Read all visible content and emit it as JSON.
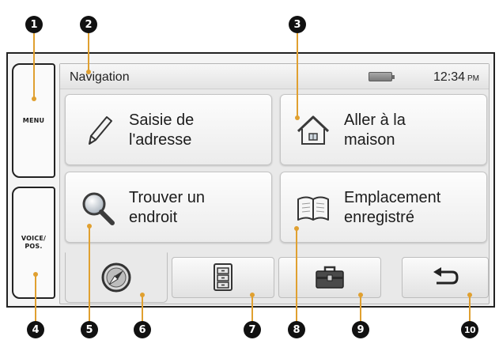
{
  "hard_keys": {
    "menu": "MENU",
    "voice_pos": "VOICE/\nPOS."
  },
  "screen": {
    "title": "Navigation",
    "time": "12:34",
    "ampm": "PM",
    "icons": {
      "battery": "battery-icon"
    }
  },
  "options": [
    {
      "label": "Saisie de\nl'adresse",
      "icon": "pencil-icon"
    },
    {
      "label": "Aller à la\nmaison",
      "icon": "house-icon"
    },
    {
      "label": "Trouver un\nendroit",
      "icon": "magnifier-icon"
    },
    {
      "label": "Emplacement\nenregistré",
      "icon": "book-icon"
    }
  ],
  "tabs": [
    {
      "icon": "compass-icon",
      "active": true
    },
    {
      "icon": "cabinet-icon",
      "active": false
    },
    {
      "icon": "toolbox-icon",
      "active": false
    },
    {
      "icon": "back-arrow-icon",
      "active": false
    }
  ],
  "callouts": [
    "1",
    "2",
    "3",
    "4",
    "5",
    "6",
    "7",
    "8",
    "9",
    "10"
  ],
  "colors": {
    "leader": "#e0a030",
    "callout": "#111111",
    "screen_bg": "#e9e9e9"
  }
}
